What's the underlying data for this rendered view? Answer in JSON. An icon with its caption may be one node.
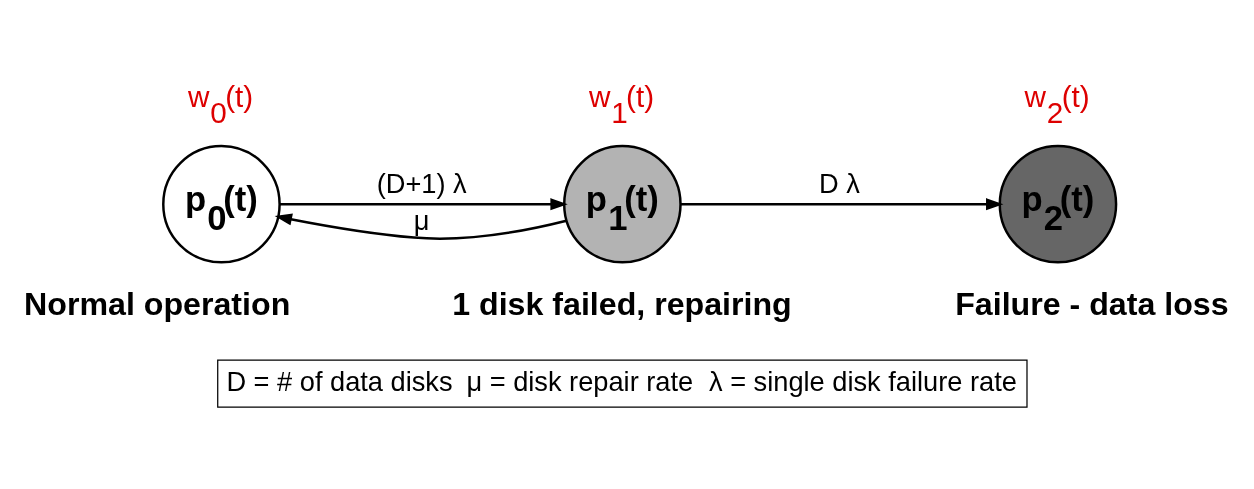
{
  "diagram": {
    "nodes": [
      {
        "text": [
          "p$_{0}$(t)"
        ],
        "beside": [
          "w$_{0}$(t)",
          "Normal operation"
        ]
      },
      {
        "text": [
          "p$_{1}$(t)"
        ],
        "beside": [
          "w$_{1}$(t)",
          "1 disk failed, repairing"
        ]
      },
      {
        "text": [
          "p$_{2}$(t)"
        ],
        "beside": [
          "w$_{2}$(t)",
          "Failure - data loss"
        ]
      }
    ],
    "edges": [
      {
        "from": 0,
        "to": 1,
        "arrow": "to",
        "label": "(D+1) λ"
      },
      {
        "from": 1,
        "to": 2,
        "arrow": "to",
        "label": "D λ"
      },
      {
        "from": 1,
        "to": 0,
        "arrow": "to",
        "label": "μ"
      }
    ],
    "labels": [
      "D = # of data disks",
      "μ = disk repair rate",
      "λ = single disk failure rate"
    ]
  }
}
